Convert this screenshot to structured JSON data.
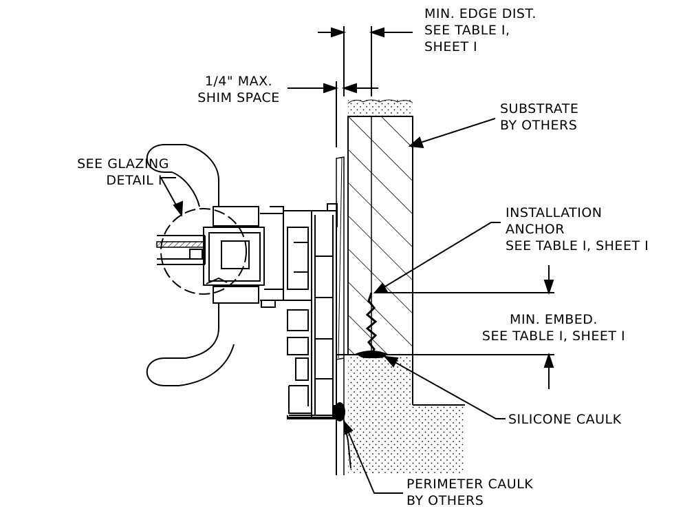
{
  "colors": {
    "line": "#000000",
    "fill_dots": "#000000",
    "background": "#ffffff"
  },
  "callouts": {
    "min_edge_dist": [
      "MIN. EDGE DIST.",
      "SEE TABLE I,",
      "SHEET I"
    ],
    "shim_space": [
      "1/4\" MAX.",
      "SHIM SPACE"
    ],
    "substrate": [
      "SUBSTRATE",
      "BY OTHERS"
    ],
    "glazing_detail": [
      "SEE GLAZING",
      "DETAIL I"
    ],
    "installation_anchor": [
      "INSTALLATION",
      "ANCHOR",
      "SEE TABLE I, SHEET I"
    ],
    "min_embed": [
      "MIN. EMBED.",
      "SEE TABLE I, SHEET I"
    ],
    "silicone_caulk": [
      "SILICONE CAULK"
    ],
    "perimeter_caulk": [
      "PERIMETER CAULK",
      "BY OTHERS"
    ]
  }
}
